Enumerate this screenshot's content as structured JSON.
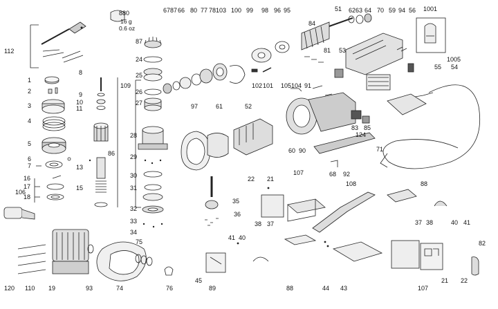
{
  "diagram": {
    "part_labels": [
      "1",
      "2",
      "3",
      "4",
      "5",
      "6",
      "7",
      "16",
      "106",
      "17",
      "18",
      "120",
      "8",
      "9",
      "10",
      "11",
      "13",
      "15",
      "86",
      "880",
      "87",
      "24",
      "109",
      "25",
      "26",
      "27",
      "28",
      "29",
      "30",
      "31",
      "32",
      "33",
      "34",
      "75",
      "110",
      "19",
      "93",
      "74",
      "76",
      "67",
      "87",
      "66",
      "80",
      "77",
      "78",
      "103",
      "100",
      "99",
      "98",
      "96",
      "95",
      "51",
      "62",
      "63",
      "64",
      "84",
      "81",
      "53",
      "70",
      "59",
      "94",
      "56",
      "1001",
      "97",
      "61",
      "52",
      "105",
      "104",
      "102",
      "101",
      "91",
      "60",
      "90",
      "83",
      "85",
      "124",
      "68",
      "92",
      "71",
      "1005",
      "55",
      "54",
      "35",
      "36",
      "22",
      "21",
      "107",
      "108",
      "88",
      "37",
      "38",
      "40",
      "41",
      "82",
      "45",
      "89",
      "41",
      "40",
      "38",
      "37",
      "88",
      "44",
      "43",
      "107",
      "21",
      "22",
      "112"
    ],
    "weight_lines": [
      "16 g",
      "0.6 oz"
    ]
  }
}
